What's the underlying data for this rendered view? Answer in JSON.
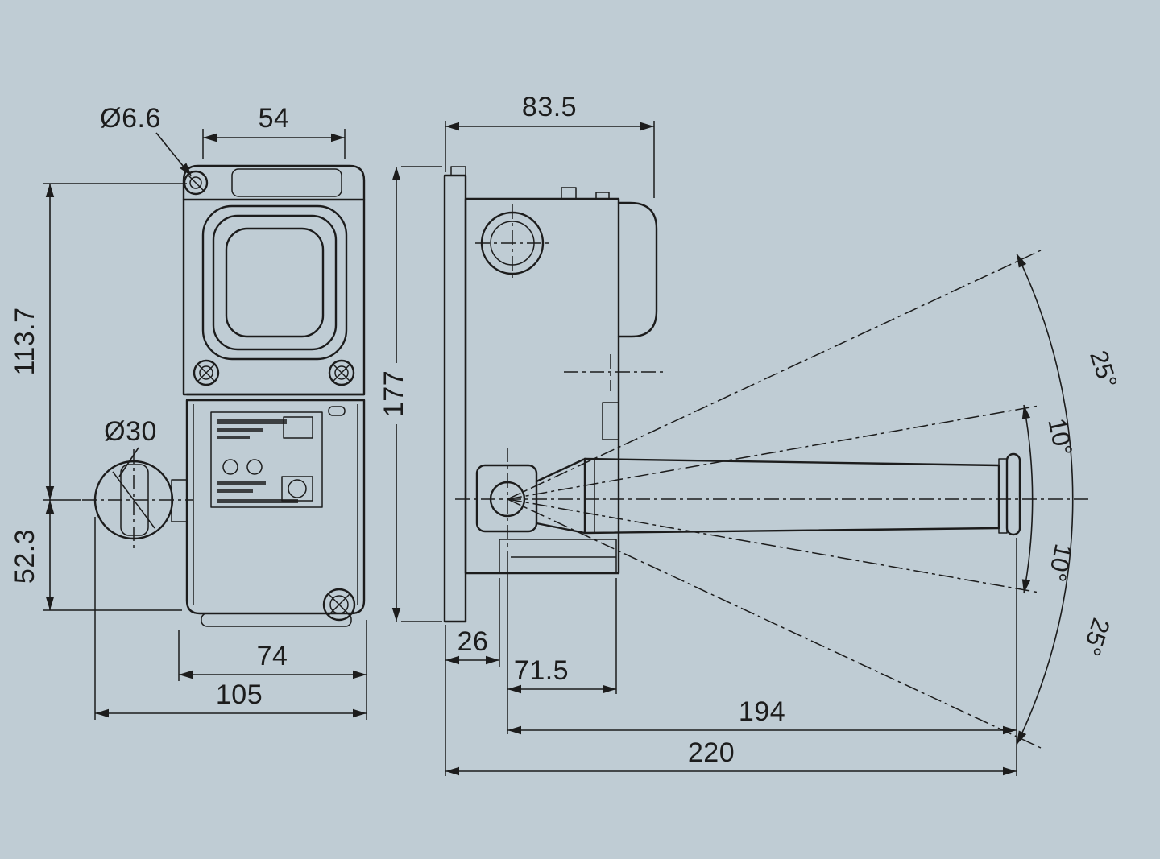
{
  "colors": {
    "background": "#bfccd4",
    "line": "#1c1c1c"
  },
  "front_view": {
    "dim_hole_diameter": "Ø6.6",
    "dim_head_width": "54",
    "dim_upper_height": "113.7",
    "dim_roller_diameter": "Ø30",
    "dim_lower_height": "52.3",
    "dim_body_width": "74",
    "dim_overall_width": "105"
  },
  "side_view": {
    "dim_depth": "83.5",
    "dim_height": "177",
    "dim_base_offset": "26",
    "dim_pivot_offset": "71.5",
    "dim_lever_reach": "194",
    "dim_overall_length": "220",
    "angle_upper_outer": "25°",
    "angle_upper_inner": "10°",
    "angle_lower_inner": "10°",
    "angle_lower_outer": "25°"
  }
}
